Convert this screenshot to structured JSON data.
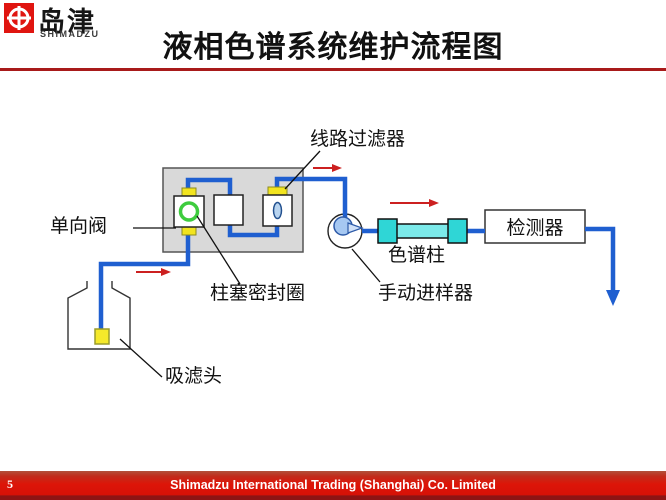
{
  "header": {
    "logo": {
      "mark_icon": "shimadzu-cross-circle-icon",
      "brand_cn": "岛津",
      "brand_en": "SHIMADZU",
      "mark_color": "#e01510"
    },
    "title": "液相色谱系统维护流程图",
    "rule_color": "#a81a1a"
  },
  "diagram": {
    "labels": {
      "line_filter": "线路过滤器",
      "check_valve": "单向阀",
      "plunger_seal": "柱塞密封圈",
      "column": "色谱柱",
      "manual_injector": "手动进样器",
      "detector": "检测器",
      "suction_filter": "吸滤头"
    },
    "icons": {
      "pump_box": "pump-unit-box",
      "check_valve_head": "pump-head-with-green-seal-ring",
      "plunger_head": "pump-head-with-blue-plunger",
      "line_filter_fitting": "yellow-filter-fitting",
      "manual_injector_valve": "injector-rotor-circle",
      "column_tube": "cyan-column-with-end-fittings",
      "detector_box": "detector-rectangle",
      "solvent_bottle": "solvent-reservoir-bottle",
      "suction_filter_tip": "yellow-suction-filter",
      "flow_arrows": "red-right-arrow x3",
      "waste_arrow": "blue-down-arrow"
    },
    "colors": {
      "tubing_blue": "#1f5fd0",
      "pump_box_fill": "#d9d9d9",
      "valve_yellow": "#f2e41f",
      "seal_green": "#3ecc3e",
      "column_cyan": "#2fd6d6",
      "column_tube_cyan": "#7ceaea",
      "injector_blue": "#a6c8f2",
      "arrow_red": "#cc2020"
    }
  },
  "footer": {
    "page_number": "5",
    "company": "Shimadzu International Trading (Shanghai) Co. Limited",
    "bar_color": "#d61107"
  }
}
